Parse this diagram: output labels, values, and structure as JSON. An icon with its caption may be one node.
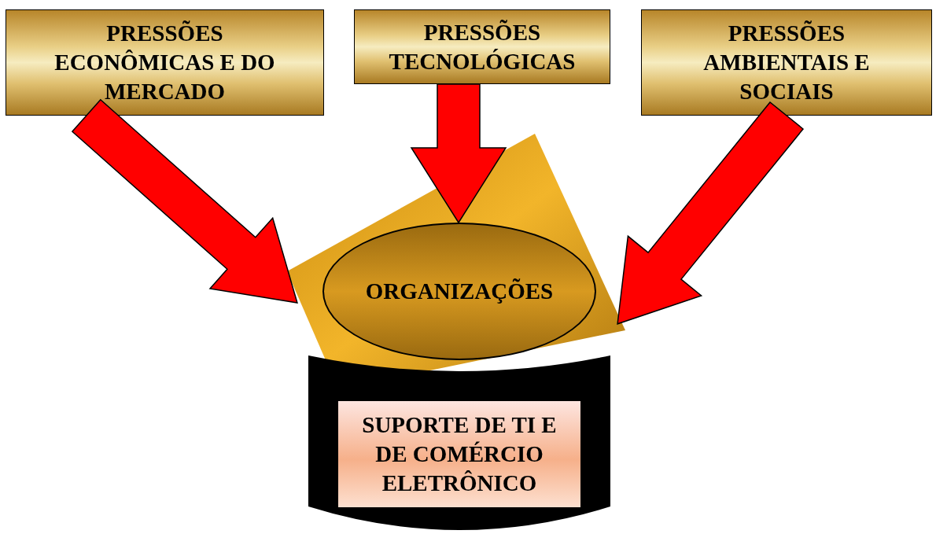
{
  "diagram": {
    "nodes": [
      {
        "text": [
          "PRESSÕES ECONÔMICAS E DO MERCADO"
        ]
      },
      {
        "text": [
          "PRESSÕES TECNOLÓGICAS"
        ]
      },
      {
        "text": [
          "PRESSÕES AMBIENTAIS E SOCIAIS"
        ]
      },
      {
        "text": [],
        "shape": "box"
      },
      {
        "text": [
          "ORGANIZAÇÕES"
        ],
        "in": 3
      },
      {
        "text": [],
        "shape": "cylinder"
      },
      {
        "text": [
          "SUPORTE DE TI E DE COMÉRCIO ELETRÔNICO"
        ],
        "in": 5
      }
    ],
    "edges": [
      {
        "from": 0,
        "to": 3,
        "arrow": "to",
        "color": "#ff0000"
      },
      {
        "from": 1,
        "to": 4,
        "arrow": "to",
        "color": "#ff0000"
      },
      {
        "from": 2,
        "to": 3,
        "arrow": "to",
        "color": "#ff0000"
      }
    ]
  }
}
